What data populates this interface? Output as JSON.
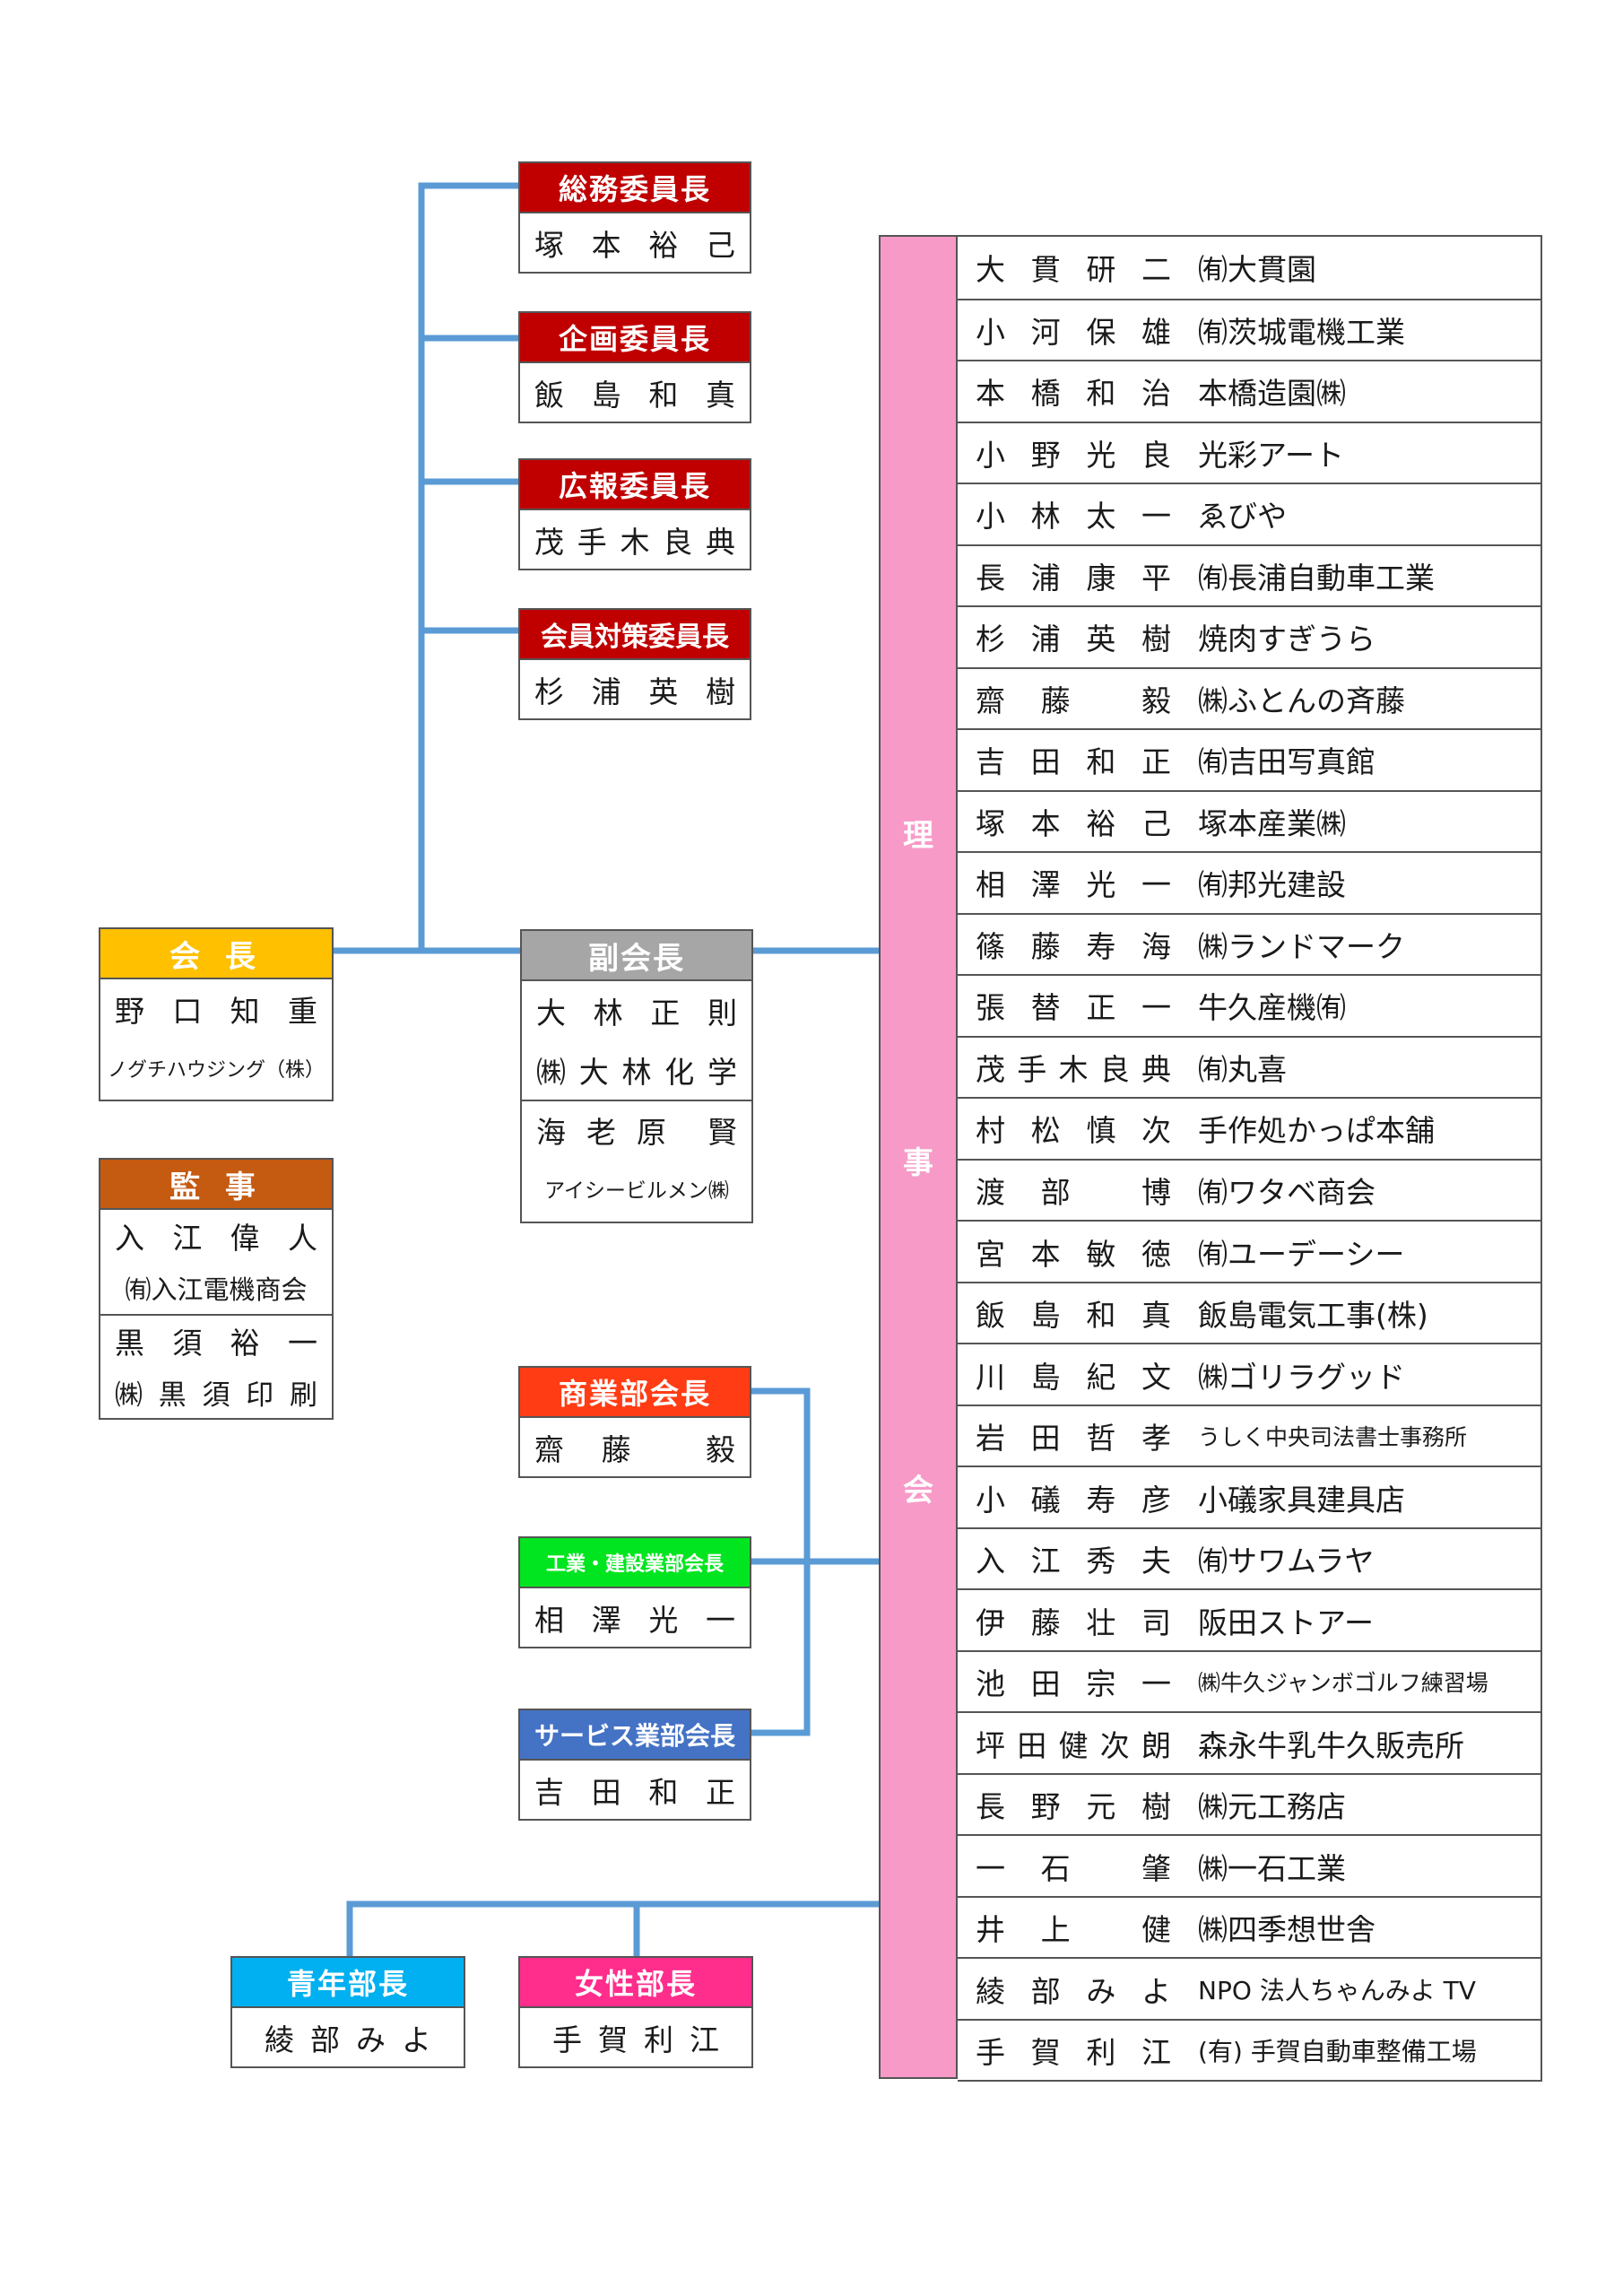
{
  "colors": {
    "line": "#5b9bd5",
    "committee": "#c00000",
    "president": "#ffc000",
    "auditor": "#c55a11",
    "vice": "#a6a6a6",
    "commerce": "#ff3c14",
    "industry": "#00e51f",
    "service": "#4472c4",
    "youth": "#00b0f0",
    "women": "#ff2d8c",
    "board": "#f79ac8"
  },
  "committees": [
    {
      "title": "総務委員長",
      "name": [
        "塚",
        "本",
        "裕",
        "己"
      ]
    },
    {
      "title": "企画委員長",
      "name": [
        "飯",
        "島",
        "和",
        "真"
      ]
    },
    {
      "title": "広報委員長",
      "name": [
        "茂",
        "手",
        "木",
        "良",
        "典"
      ]
    },
    {
      "title": "会員対策委員長",
      "name": [
        "杉",
        "浦",
        "英",
        "樹"
      ]
    }
  ],
  "president": {
    "title": "会 長",
    "name": [
      "野",
      "口",
      "知",
      "重"
    ],
    "company": "ノグチハウジング（株）"
  },
  "auditor": {
    "title": "監 事",
    "members": [
      {
        "name": [
          "入",
          "江",
          "偉",
          "人"
        ],
        "company": "㈲入江電機商会"
      },
      {
        "name": [
          "黒",
          "須",
          "裕",
          "一"
        ],
        "company": [
          "㈱",
          "黒",
          "須",
          "印",
          "刷"
        ]
      }
    ]
  },
  "vice": {
    "title": "副会長",
    "members": [
      {
        "name": [
          "大",
          "林",
          "正",
          "則"
        ],
        "company": [
          "㈱",
          "大",
          "林",
          "化",
          "学"
        ]
      },
      {
        "name": [
          "海",
          "老",
          "原",
          "",
          "賢"
        ],
        "company": "アイシービルメン㈱"
      }
    ]
  },
  "divisions": [
    {
      "title": "商業部会長",
      "name": [
        "齋",
        "藤",
        "",
        "毅"
      ]
    },
    {
      "title": "工業・建設業部会長",
      "name": [
        "相",
        "澤",
        "光",
        "一"
      ]
    },
    {
      "title": "サービス業部会長",
      "name": [
        "吉",
        "田",
        "和",
        "正"
      ]
    }
  ],
  "youth": {
    "title": "青年部長",
    "name": [
      "綾",
      "部",
      "み",
      "よ"
    ]
  },
  "women": {
    "title": "女性部長",
    "name": [
      "手",
      "賀",
      "利",
      "江"
    ]
  },
  "board": {
    "label": [
      "理",
      "事",
      "会"
    ],
    "members": [
      {
        "name": [
          "大",
          "貫",
          "研",
          "二"
        ],
        "company": "㈲大貫園"
      },
      {
        "name": [
          "小",
          "河",
          "保",
          "雄"
        ],
        "company": "㈲茨城電機工業"
      },
      {
        "name": [
          "本",
          "橋",
          "和",
          "治"
        ],
        "company": "本橋造園㈱"
      },
      {
        "name": [
          "小",
          "野",
          "光",
          "良"
        ],
        "company": "光彩アート"
      },
      {
        "name": [
          "小",
          "林",
          "太",
          "一"
        ],
        "company": "ゑびや"
      },
      {
        "name": [
          "長",
          "浦",
          "康",
          "平"
        ],
        "company": "㈲長浦自動車工業"
      },
      {
        "name": [
          "杉",
          "浦",
          "英",
          "樹"
        ],
        "company": "焼肉すぎうら"
      },
      {
        "name": [
          "齋",
          "藤",
          "",
          "毅"
        ],
        "company": "㈱ふとんの斉藤"
      },
      {
        "name": [
          "吉",
          "田",
          "和",
          "正"
        ],
        "company": "㈲吉田写真館"
      },
      {
        "name": [
          "塚",
          "本",
          "裕",
          "己"
        ],
        "company": "塚本産業㈱"
      },
      {
        "name": [
          "相",
          "澤",
          "光",
          "一"
        ],
        "company": "㈲邦光建設"
      },
      {
        "name": [
          "篠",
          "藤",
          "寿",
          "海"
        ],
        "company": "㈱ランドマーク"
      },
      {
        "name": [
          "張",
          "替",
          "正",
          "一"
        ],
        "company": "牛久産機㈲"
      },
      {
        "name": [
          "茂",
          "手",
          "木",
          "良",
          "典"
        ],
        "company": "㈲丸喜"
      },
      {
        "name": [
          "村",
          "松",
          "慎",
          "次"
        ],
        "company": "手作処かっぱ本舗"
      },
      {
        "name": [
          "渡",
          "部",
          "",
          "博"
        ],
        "company": "㈲ワタベ商会"
      },
      {
        "name": [
          "宮",
          "本",
          "敏",
          "徳"
        ],
        "company": "㈲ユーデーシー"
      },
      {
        "name": [
          "飯",
          "島",
          "和",
          "真"
        ],
        "company": "飯島電気工事(株)"
      },
      {
        "name": [
          "川",
          "島",
          "紀",
          "文"
        ],
        "company": "㈱ゴリラグッド"
      },
      {
        "name": [
          "岩",
          "田",
          "哲",
          "孝"
        ],
        "company": "うしく中央司法書士事務所"
      },
      {
        "name": [
          "小",
          "礒",
          "寿",
          "彦"
        ],
        "company": "小礒家具建具店"
      },
      {
        "name": [
          "入",
          "江",
          "秀",
          "夫"
        ],
        "company": "㈲サワムラヤ"
      },
      {
        "name": [
          "伊",
          "藤",
          "壮",
          "司"
        ],
        "company": "阪田ストアー"
      },
      {
        "name": [
          "池",
          "田",
          "宗",
          "一"
        ],
        "company": "㈱牛久ジャンボゴルフ練習場"
      },
      {
        "name": [
          "坪",
          "田",
          "健",
          "次",
          "朗"
        ],
        "company": "森永牛乳牛久販売所"
      },
      {
        "name": [
          "長",
          "野",
          "元",
          "樹"
        ],
        "company": "㈱元工務店"
      },
      {
        "name": [
          "一",
          "石",
          "",
          "肇"
        ],
        "company": "㈱一石工業"
      },
      {
        "name": [
          "井",
          "上",
          "",
          "健"
        ],
        "company": "㈱四季想世舎"
      },
      {
        "name": [
          "綾",
          "部",
          "み",
          "よ"
        ],
        "company": "NPO 法人ちゃんみよ TV"
      },
      {
        "name": [
          "手",
          "賀",
          "利",
          "江"
        ],
        "company": "(有) 手賀自動車整備工場"
      }
    ]
  }
}
